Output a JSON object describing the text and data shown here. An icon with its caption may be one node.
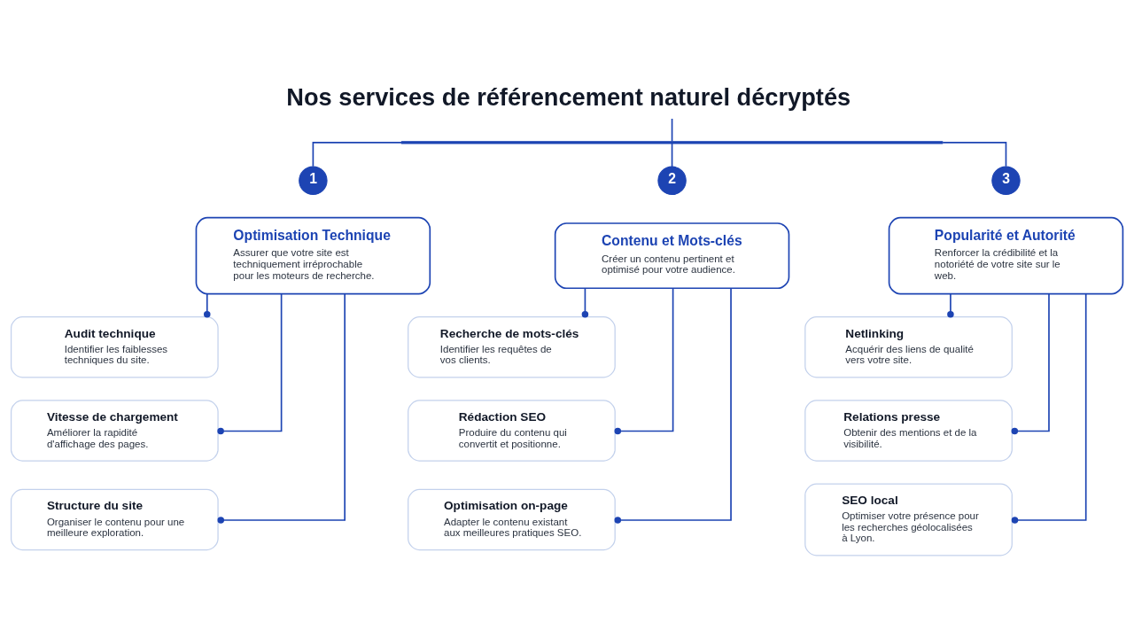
{
  "diagram": {
    "title": "Nos services de référencement naturel décryptés",
    "nodes": [
      {
        "text": [],
        "shape": "bar"
      },
      {
        "text": [
          "1"
        ]
      },
      {
        "text": [
          "Optimisation Technique",
          "Assurer que votre site est techniquement irréprochable pour les moteurs de recherche."
        ]
      },
      {
        "text": [
          "Audit technique",
          "Identifier les faiblesses techniques du site."
        ]
      },
      {
        "text": [
          "Vitesse de chargement",
          "Améliorer la rapidité d'affichage des pages."
        ]
      },
      {
        "text": [
          "Structure du site",
          "Organiser le contenu pour une meilleure exploration."
        ]
      },
      {
        "text": [
          "2"
        ]
      },
      {
        "text": [
          "Contenu et Mots-clés",
          "Créer un contenu pertinent et optimisé pour votre audience."
        ]
      },
      {
        "text": [
          "Recherche de mots-clés",
          "Identifier les requêtes de vos clients."
        ]
      },
      {
        "text": [
          "Rédaction SEO",
          "Produire du contenu qui convertit et positionne."
        ]
      },
      {
        "text": [
          "Optimisation on-page",
          "Adapter le contenu existant aux meilleures pratiques SEO."
        ]
      },
      {
        "text": [
          "3"
        ]
      },
      {
        "text": [
          "Popularité et Autorité",
          "Renforcer la crédibilité et la notoriété de votre site sur le web."
        ]
      },
      {
        "text": [
          "Netlinking",
          "Acquérir des liens de qualité vers votre site."
        ]
      },
      {
        "text": [
          "Relations presse",
          "Obtenir des mentions et de la visibilité."
        ]
      },
      {
        "text": [
          "SEO local",
          "Optimiser votre présence pour les recherches géolocalisées à Lyon."
        ]
      }
    ],
    "edges": [
      {
        "from": null,
        "to": 0,
        "arrow": "none"
      },
      {
        "from": 0,
        "to": 1,
        "arrow": "none"
      },
      {
        "from": 0,
        "to": 6,
        "arrow": "none"
      },
      {
        "from": 0,
        "to": 11,
        "arrow": "none"
      },
      {
        "from": 2,
        "to": 3,
        "arrow": "other"
      },
      {
        "from": 2,
        "to": 4,
        "arrow": "other"
      },
      {
        "from": 2,
        "to": 5,
        "arrow": "other"
      },
      {
        "from": 7,
        "to": 8,
        "arrow": "other"
      },
      {
        "from": 7,
        "to": 9,
        "arrow": "other"
      },
      {
        "from": 7,
        "to": 10,
        "arrow": "other"
      },
      {
        "from": 12,
        "to": 13,
        "arrow": "other"
      },
      {
        "from": 12,
        "to": 14,
        "arrow": "other"
      },
      {
        "from": 12,
        "to": 15,
        "arrow": "other"
      }
    ]
  }
}
